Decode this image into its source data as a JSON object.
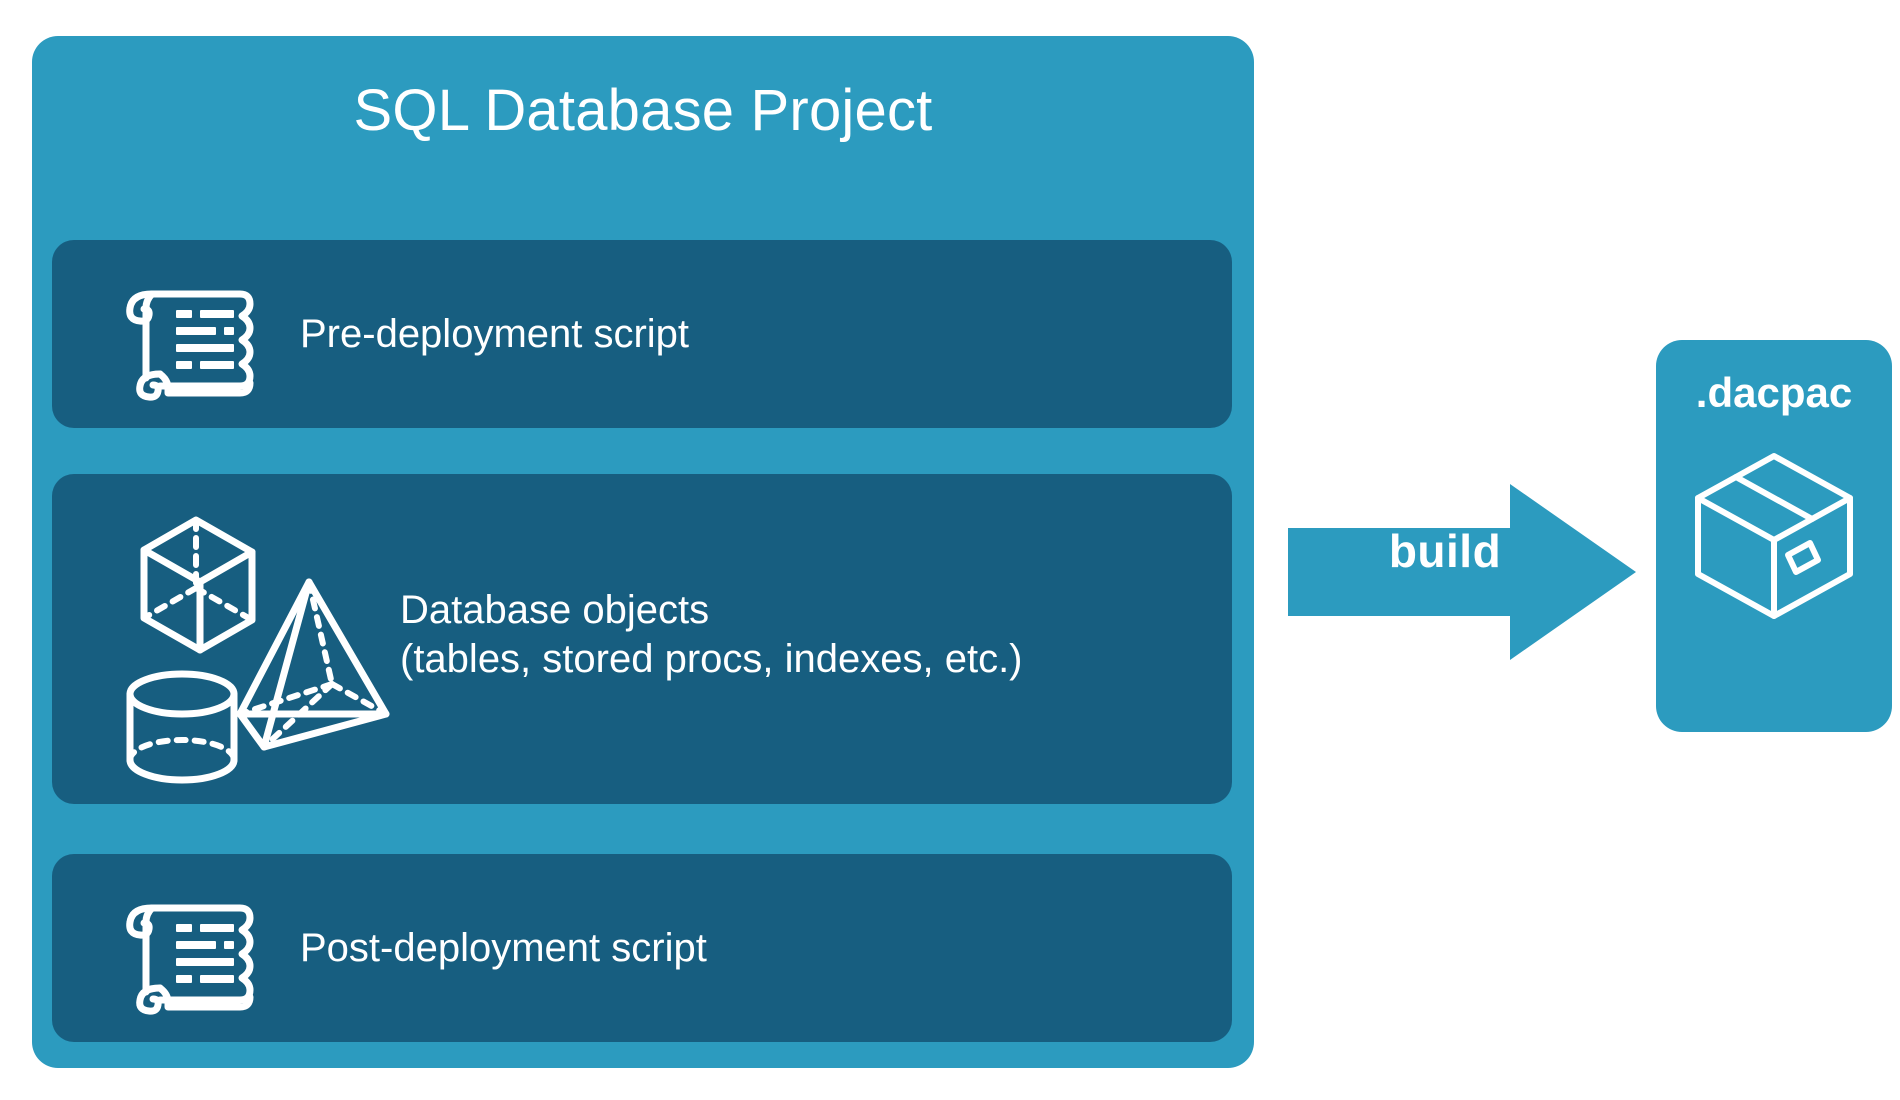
{
  "diagram": {
    "title": "SQL Database Project build diagram",
    "colors": {
      "outer_container": "#2C9BBF",
      "inner_card": "#175E80",
      "icon_stroke": "#FFFFFF",
      "text": "#FFFFFF",
      "background": "#FFFFFF"
    }
  },
  "project": {
    "title": "SQL Database Project",
    "cards": [
      {
        "id": "pre-deployment",
        "label": "Pre-deployment script",
        "icon": "scroll-icon"
      },
      {
        "id": "database-objects",
        "label": "Database objects\n(tables, stored procs, indexes, etc.)",
        "line1": "Database objects",
        "line2": "(tables, stored procs, indexes, etc.)",
        "icon": "3d-shapes-icon"
      },
      {
        "id": "post-deployment",
        "label": "Post-deployment script",
        "icon": "scroll-icon"
      }
    ]
  },
  "arrow": {
    "label": "build",
    "direction": "right",
    "color": "#2C9BBF"
  },
  "output": {
    "title": ".dacpac",
    "icon": "package-box-icon",
    "color": "#2C9BBF"
  }
}
